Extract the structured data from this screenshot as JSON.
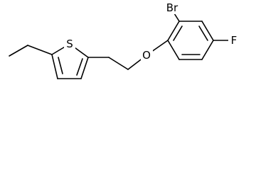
{
  "molecule": {
    "atoms": {
      "sulfur": "S",
      "oxygen": "O",
      "bromine": "Br",
      "fluorine": "F"
    },
    "colors": {
      "bond": "#000000",
      "label": "#000000",
      "background": "#ffffff"
    }
  }
}
